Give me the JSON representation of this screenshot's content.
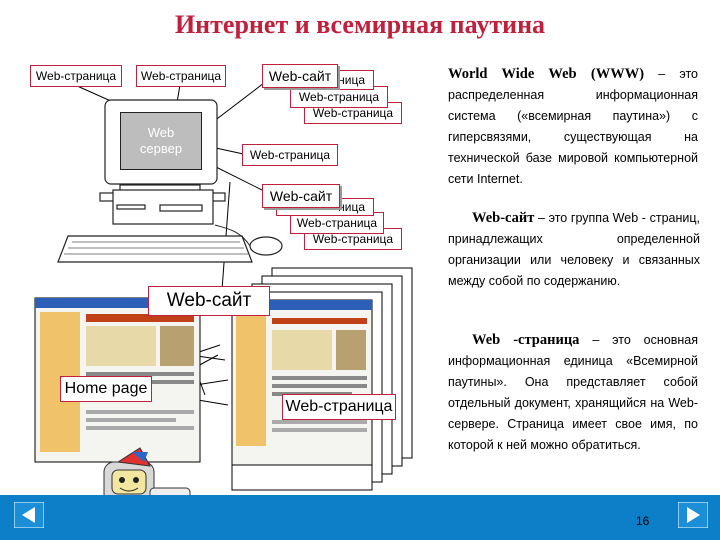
{
  "title": "Интернет и всемирная паутина",
  "labels": {
    "page": "Web-страница",
    "site": "Web-сайт",
    "site_big": "Web-сайт",
    "server": "Web\nсервер",
    "home": "Home page",
    "page_big": "Web-страница",
    "partial": "ница",
    "partial2": "ница"
  },
  "text": {
    "www_term": "World Wide Web (WWW)",
    "www_rest": " – это распределенная информационная система («всемирная паутина») с гиперсвязями, существующая на технической базе мировой компьютерной сети Internet.",
    "site_term": "Web-сайт",
    "site_rest": " – это группа Web - страниц, принадлежащих определенной организации или человеку и связанных между собой по содержанию.",
    "page_term": "Web -страница",
    "page_rest": " – это основная информационная единица «Всемирной паутины». Она представляет собой отдельный документ, хранящийся на Web-сервере. Страница имеет свое имя, по которой к ней можно обратиться."
  },
  "page_number": "16",
  "icons": {
    "prev": "left-arrow-icon",
    "next": "right-arrow-icon"
  },
  "colors": {
    "accent": "#c0203c",
    "bar": "#0c7fc8",
    "nav": "#1a8fd8"
  }
}
